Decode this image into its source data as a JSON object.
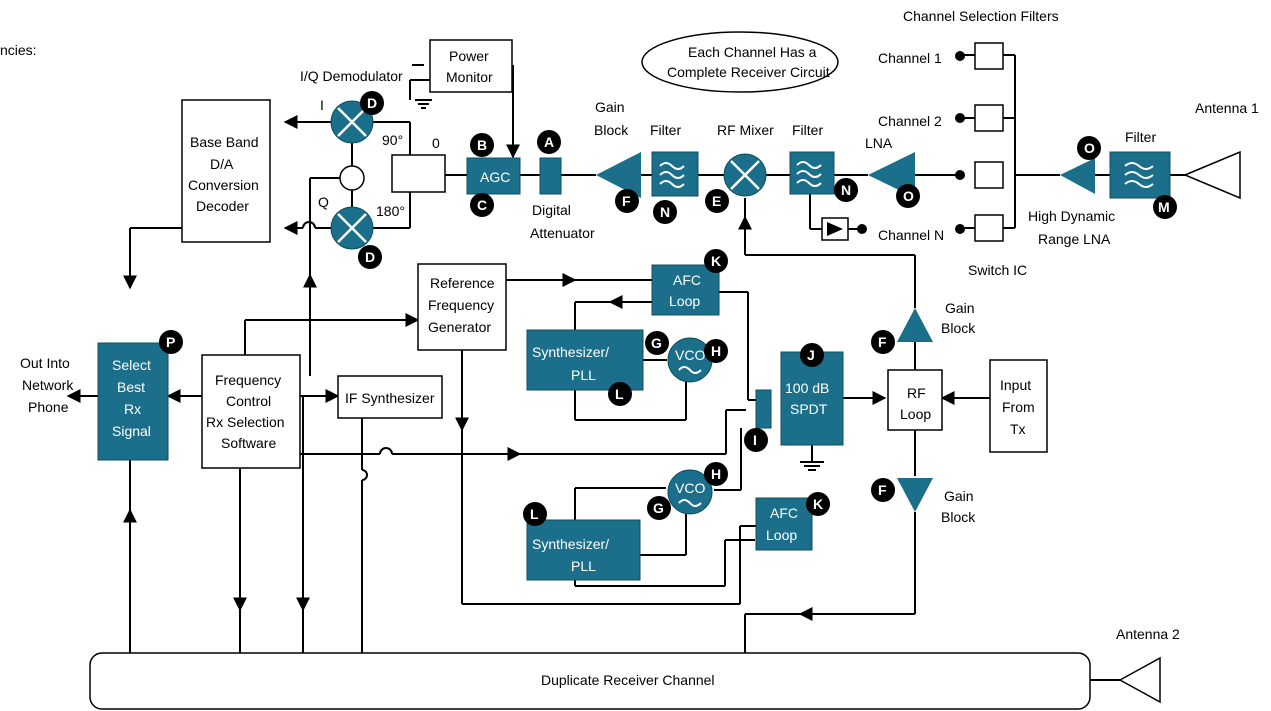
{
  "labels": {
    "top_left_fragment": "ncies:",
    "channel_selection_filters": "Channel Selection Filters",
    "each_channel_line1": "Each Channel Has a",
    "each_channel_line2": "Complete Receiver Circuit",
    "power_monitor_1": "Power",
    "power_monitor_2": "Monitor",
    "iq_demodulator": "I/Q Demodulator",
    "i_label": "I",
    "q_label": "Q",
    "deg90": "90°",
    "deg180": "180°",
    "zero": "0",
    "baseband_1": "Base Band",
    "baseband_2": "D/A",
    "baseband_3": "Conversion",
    "baseband_4": "Decoder",
    "agc": "AGC",
    "gain_block_top_1": "Gain",
    "gain_block_top_2": "Block",
    "filter_1": "Filter",
    "rf_mixer": "RF Mixer",
    "filter_2": "Filter",
    "lna": "LNA",
    "filter_3": "Filter",
    "antenna1": "Antenna 1",
    "digital_att_1": "Digital",
    "digital_att_2": "Attenuator",
    "channel1": "Channel 1",
    "channel2": "Channel 2",
    "channelN": "Channel N",
    "high_dyn_1": "High Dynamic",
    "high_dyn_2": "Range LNA",
    "switch_ic": "Switch IC",
    "ref_freq_1": "Reference",
    "ref_freq_2": "Frequency",
    "ref_freq_3": "Generator",
    "afc_1a": "AFC",
    "afc_1b": "Loop",
    "synth_1a": "Synthesizer/",
    "synth_1b": "PLL",
    "vco": "VCO",
    "spdt_1": "100 dB",
    "spdt_2": "SPDT",
    "gain_block_mid_1": "Gain",
    "gain_block_mid_2": "Block",
    "rf_loop_1": "RF",
    "rf_loop_2": "Loop",
    "input_tx_1": "Input",
    "input_tx_2": "From",
    "input_tx_3": "Tx",
    "gain_block_low_1": "Gain",
    "gain_block_low_2": "Block",
    "out_1": "Out Into",
    "out_2": "Network",
    "out_3": "Phone",
    "select_1": "Select",
    "select_2": "Best",
    "select_3": "Rx",
    "select_4": "Signal",
    "freq_ctrl_1": "Frequency",
    "freq_ctrl_2": "Control",
    "freq_ctrl_3": "Rx Selection",
    "freq_ctrl_4": "Software",
    "if_synth": "IF Synthesizer",
    "afc_2a": "AFC",
    "afc_2b": "Loop",
    "synth_2a": "Synthesizer/",
    "synth_2b": "PLL",
    "vco2": "VCO",
    "antenna2": "Antenna 2",
    "duplicate": "Duplicate Receiver Channel"
  },
  "badges": {
    "A": "A",
    "B": "B",
    "C": "C",
    "D": "D",
    "E": "E",
    "F": "F",
    "G": "G",
    "H": "H",
    "I": "I",
    "J": "J",
    "K": "K",
    "L": "L",
    "M": "M",
    "N": "N",
    "O": "O",
    "P": "P"
  },
  "colors": {
    "block_fill": "#1b6f8a",
    "badge_fill": "#000000",
    "wire": "#000000"
  }
}
